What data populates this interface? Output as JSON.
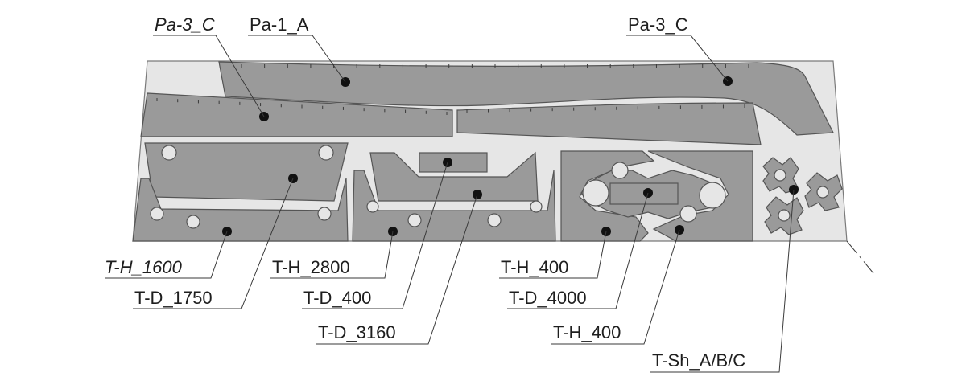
{
  "labels": {
    "pa3c_left": "Pa-3_C",
    "pa1a": "Pa-1_A",
    "pa3c_right": "Pa-3_C",
    "th1600": "T-H_1600",
    "td1750": "T-D_1750",
    "th2800": "T-H_2800",
    "td400": "T-D_400",
    "td3160": "T-D_3160",
    "th400_a": "T-H_400",
    "td4000": "T-D_4000",
    "th400_b": "T-H_400",
    "tsh": "T-Sh_A/B/C"
  },
  "colors": {
    "sheet": "#e6e6e6",
    "part": "#9a9a9a",
    "outline": "#555555",
    "marker": "#111111",
    "text": "#1e1e1e"
  }
}
